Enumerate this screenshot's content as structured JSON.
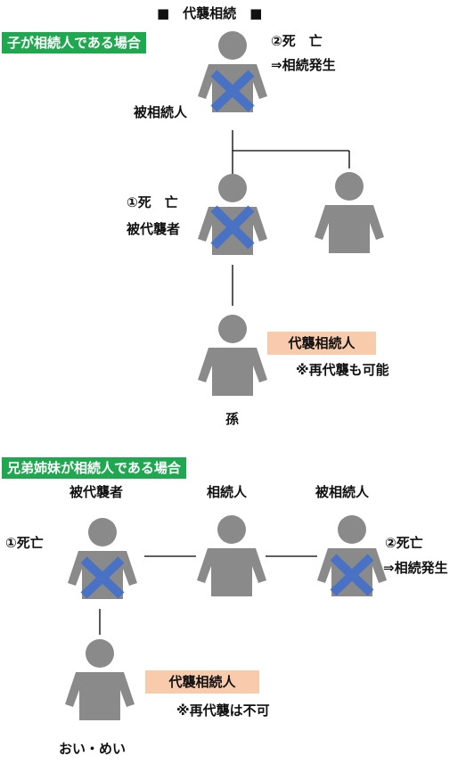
{
  "colors": {
    "person": "#8a8a8a",
    "cross": "#4a72c4",
    "green_label": "#1fa84f",
    "peach_label": "#f8cbad",
    "line": "#000000"
  },
  "title": "■　代襲相続　■",
  "section1": {
    "heading": "子が相続人である場合",
    "decedent_label": "被相続人",
    "decedent_event": "②死　亡",
    "decedent_result": "⇒相続発生",
    "child_event": "①死　亡",
    "child_role": "被代襲者",
    "grandchild_label": "孫",
    "representative_label": "代襲相続人",
    "note": "※再代襲も可能"
  },
  "section2": {
    "heading": "兄弟姉妹が相続人である場合",
    "left_label": "被代襲者",
    "middle_label": "相続人",
    "right_label": "被相続人",
    "left_event": "①死亡",
    "right_event": "②死亡",
    "right_result": "⇒相続発生",
    "child_label": "おい・めい",
    "representative_label": "代襲相続人",
    "note": "※再代襲は不可"
  }
}
